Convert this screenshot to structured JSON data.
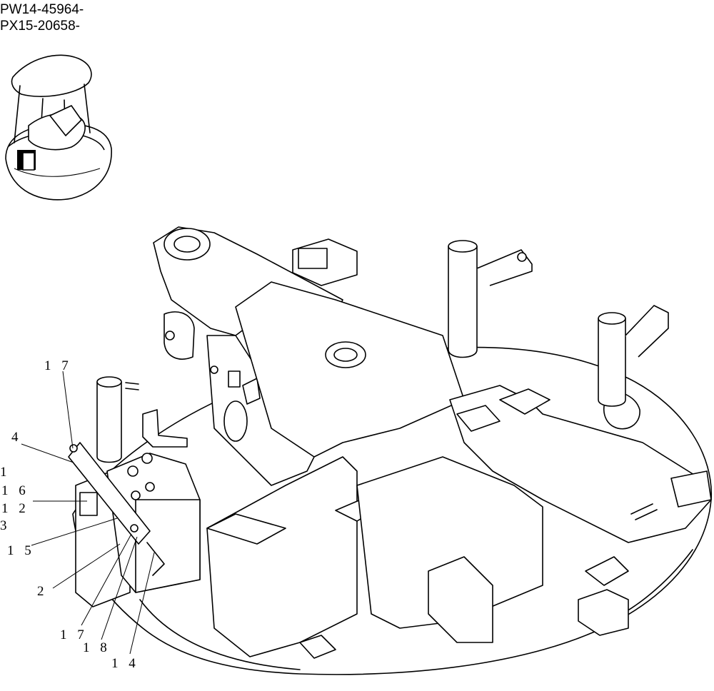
{
  "header": {
    "serial_1": "PW14-45964-",
    "serial_2": "PX15-20658-"
  },
  "callouts": {
    "c17_top": "1 7",
    "c4": "4",
    "c1": "1",
    "c16": "1 6",
    "c12": "1 2",
    "c3": "3",
    "c15": "1 5",
    "c2": "2",
    "c17_bottom": "1 7",
    "c18": "1 8",
    "c14": "1 4"
  }
}
